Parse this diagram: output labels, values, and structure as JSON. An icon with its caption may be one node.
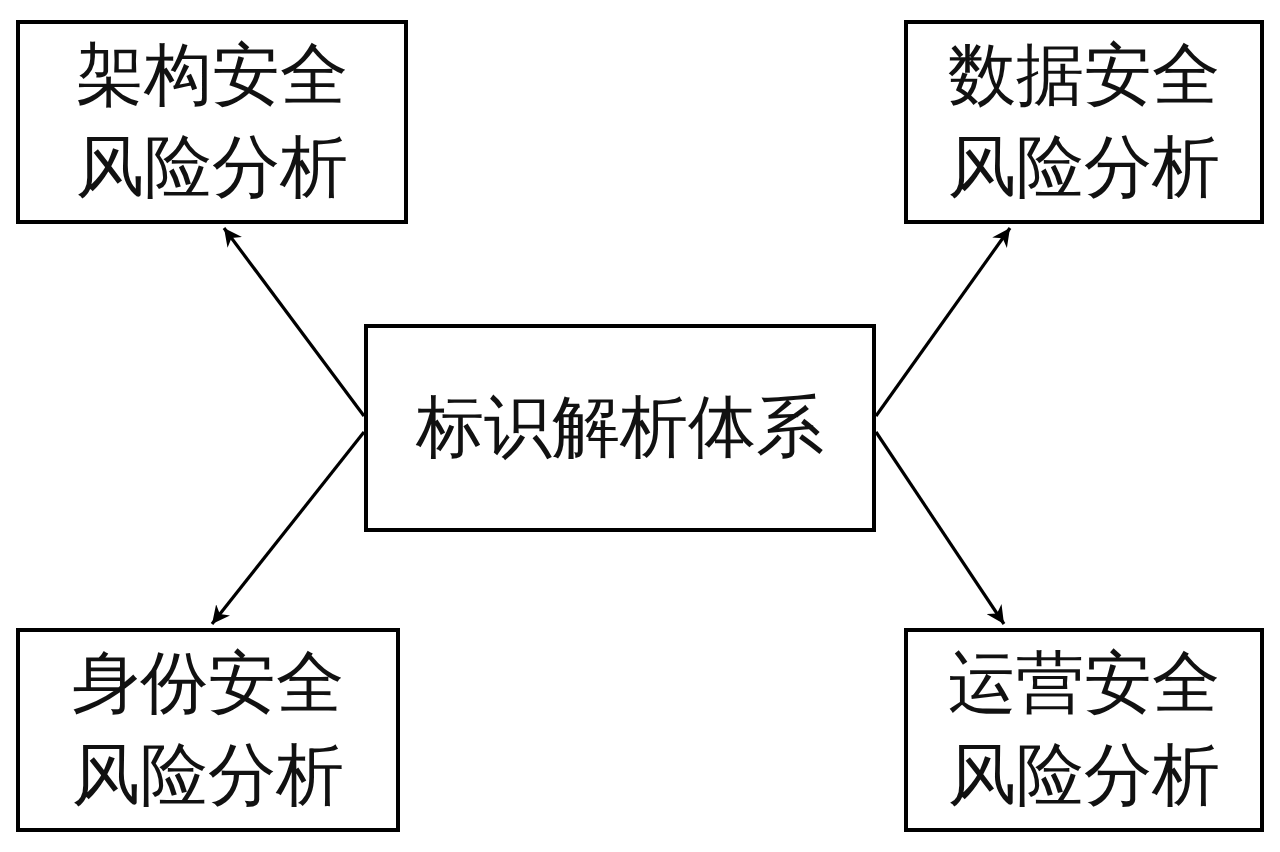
{
  "diagram": {
    "nodes": [
      {
        "text": [
          "架构安全风险分析"
        ]
      },
      {
        "text": [
          "数据安全风险分析"
        ]
      },
      {
        "text": [
          "标识解析体系"
        ]
      },
      {
        "text": [
          "身份安全风险分析"
        ]
      },
      {
        "text": [
          "运营安全风险分析"
        ]
      }
    ],
    "edges": [
      {
        "from": 2,
        "to": 0,
        "arrow": "to"
      },
      {
        "from": 2,
        "to": 1,
        "arrow": "to"
      },
      {
        "from": 2,
        "to": 3,
        "arrow": "to"
      },
      {
        "from": 2,
        "to": 4,
        "arrow": "to"
      }
    ]
  }
}
